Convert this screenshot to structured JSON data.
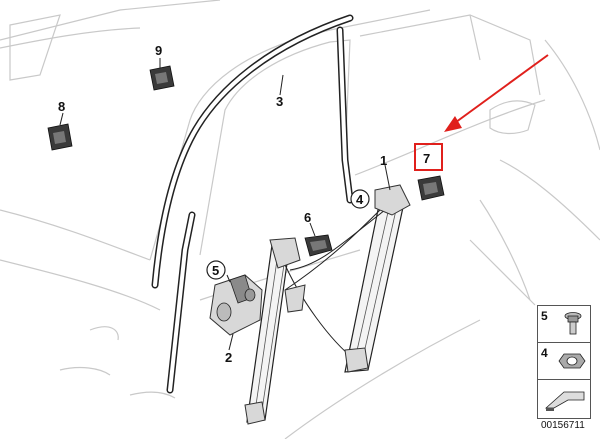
{
  "callouts": {
    "c1": "1",
    "c2": "2",
    "c3": "3",
    "c4": "4",
    "c5": "5",
    "c6": "6",
    "c7": "7",
    "c8": "8",
    "c9": "9"
  },
  "legend": {
    "row1": "5",
    "row2": "4"
  },
  "ref_code": "00156711",
  "colors": {
    "highlight": "#e0201c",
    "outline": "#c9c9c9",
    "ink": "#111111"
  }
}
